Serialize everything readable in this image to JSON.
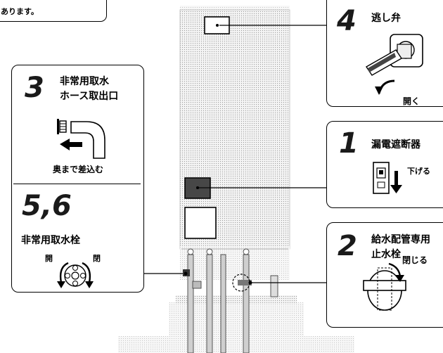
{
  "top_note": {
    "text": "あります。"
  },
  "panels": [
    {
      "id": "p3",
      "number": "3",
      "title_line1": "非常用取水",
      "title_line2": "ホース取出口",
      "caption": "奥まで差込む"
    },
    {
      "id": "p56",
      "number": "5,6",
      "title": "非常用取水栓",
      "open_left": "開",
      "open_right": "閉"
    },
    {
      "id": "p4",
      "number": "4",
      "title": "逃し弁",
      "action": "開く"
    },
    {
      "id": "p1",
      "number": "1",
      "title": "漏電遮断器",
      "action": "下げる"
    },
    {
      "id": "p2",
      "number": "2",
      "title_line1": "給水配管専用",
      "title_line2": "止水栓",
      "action": "閉じる"
    }
  ]
}
